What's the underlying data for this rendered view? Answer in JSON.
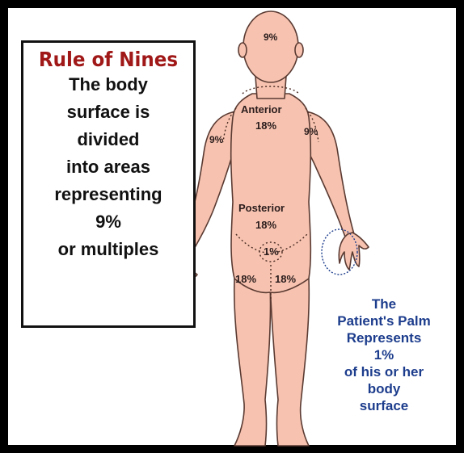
{
  "title": "Rule of Nines",
  "description_lines": [
    "The body",
    "surface is",
    "divided",
    "into areas",
    "representing",
    "9%",
    "or multiples"
  ],
  "body_labels": {
    "head": "9%",
    "anterior": "Anterior",
    "anterior_pct": "18%",
    "left_arm": "9%",
    "right_arm": "9%",
    "posterior": "Posterior",
    "posterior_pct": "18%",
    "groin": "1%",
    "left_leg": "18%",
    "right_leg": "18%"
  },
  "palm_note_lines": [
    "The",
    "Patient's Palm",
    "Represents",
    "1%",
    "of his or her",
    "body",
    "surface"
  ],
  "colors": {
    "title": "#a01818",
    "palm_note": "#1c3c8c",
    "skin": "#f7c3b0",
    "outline": "#5a3a32",
    "frame": "#000000"
  }
}
